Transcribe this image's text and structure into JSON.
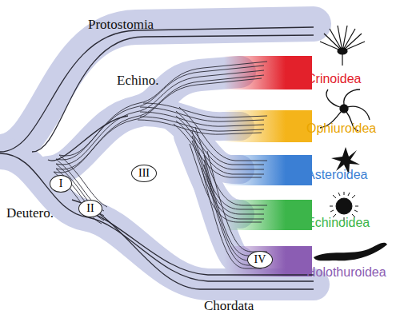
{
  "diagram": {
    "nodes": [
      {
        "text": [
          "I"
        ]
      },
      {
        "text": [
          "II"
        ]
      },
      {
        "text": [
          "III"
        ]
      },
      {
        "text": [
          "IV"
        ]
      }
    ],
    "labels": [
      "Protostomia",
      "Echino.",
      "Deutero.",
      "Chordata",
      "Crinoidea",
      "Ophiuroidea",
      "Asteroidea",
      "Echinoidea",
      "Holothuroidea"
    ]
  }
}
